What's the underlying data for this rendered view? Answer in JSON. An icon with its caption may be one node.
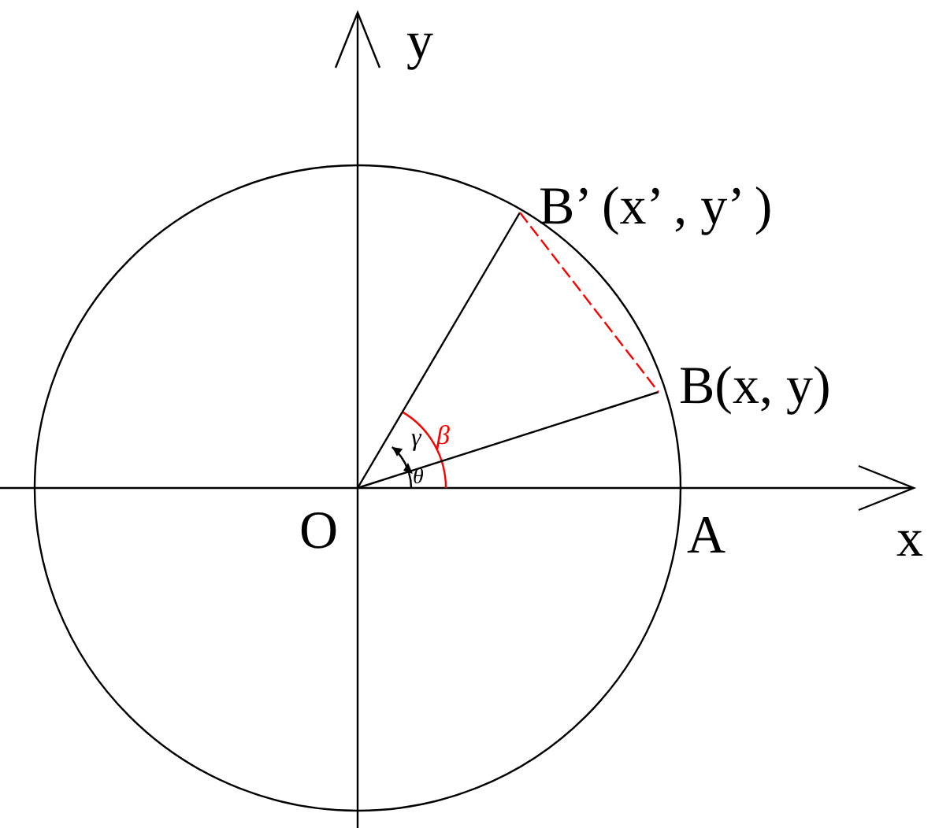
{
  "diagram": {
    "nodes": [
      {
        "text": [
          "O"
        ]
      },
      {
        "text": [
          "B’ (x’ , y’ )"
        ]
      },
      {
        "text": [
          "B(x, y)"
        ]
      }
    ],
    "edges": [
      {
        "from": 0,
        "to": 2,
        "arrow": "none"
      },
      {
        "from": 0,
        "to": 1,
        "arrow": "none"
      },
      {
        "from": 1,
        "to": 2,
        "arrow": "none",
        "style": "dashed",
        "color": "#ff0000"
      }
    ],
    "labels": [
      "y",
      "β",
      "γ",
      "θ",
      "A",
      "x"
    ]
  }
}
